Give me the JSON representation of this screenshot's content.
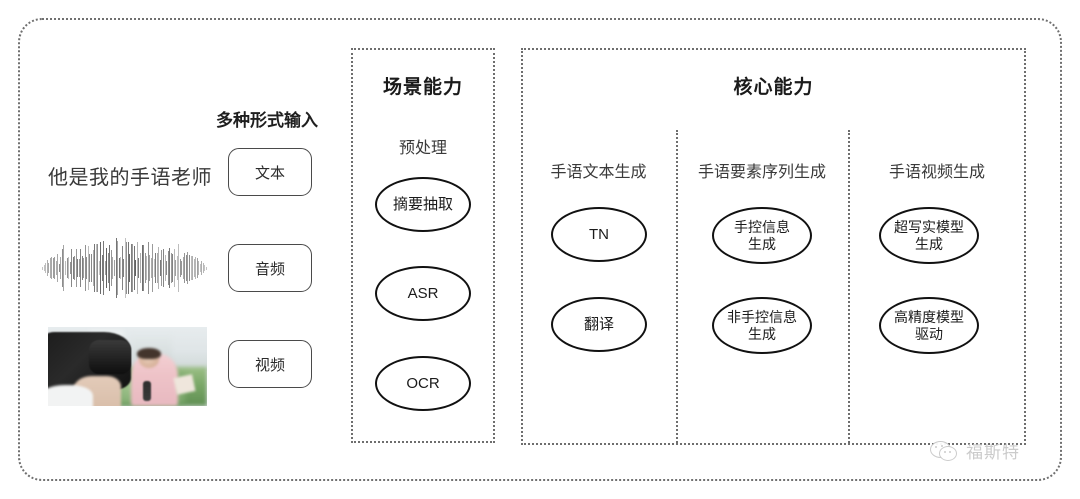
{
  "frame": {
    "name": "outer-dotted-frame"
  },
  "left": {
    "heading": "多种形式输入",
    "sample_text": "他是我的手语老师",
    "buttons": [
      {
        "label": "文本",
        "name": "input-type-text"
      },
      {
        "label": "音频",
        "name": "input-type-audio"
      },
      {
        "label": "视频",
        "name": "input-type-video"
      }
    ],
    "waveform_name": "audio-waveform",
    "photo_caption": "camera operator filming reporter"
  },
  "scene_panel": {
    "title": "场景能力",
    "subtitle": "预处理",
    "nodes": [
      {
        "label": "摘要抽取"
      },
      {
        "label": "ASR"
      },
      {
        "label": "OCR"
      }
    ]
  },
  "core_panel": {
    "title": "核心能力",
    "columns": [
      {
        "title": "手语文本生成",
        "nodes": [
          {
            "label": "TN"
          },
          {
            "label": "翻译"
          }
        ]
      },
      {
        "title": "手语要素序列生成",
        "nodes": [
          {
            "label": "手控信息\n生成"
          },
          {
            "label": "非手控信息\n生成"
          }
        ]
      },
      {
        "title": "手语视频生成",
        "nodes": [
          {
            "label": "超写实模型\n生成"
          },
          {
            "label": "高精度模型\n驱动"
          }
        ]
      }
    ]
  },
  "watermark": {
    "text": "福斯特",
    "icon": "wechat-bubble-icon"
  },
  "colors": {
    "ink": "#111111",
    "text": "#2b2b2b",
    "dotted_border": "#6e6e6e",
    "watermark": "#c9c9c9"
  }
}
